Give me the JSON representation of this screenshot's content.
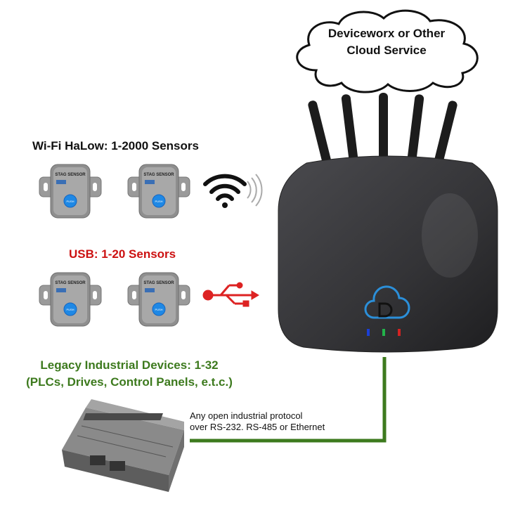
{
  "cloud": {
    "line1": "Deviceworx or Other",
    "line2": "Cloud Service"
  },
  "halow": {
    "title": "Wi-Fi HaLow: 1-2000 Sensors",
    "color": "#111111",
    "icon": "wifi-icon"
  },
  "usb": {
    "title": "USB: 1-20 Sensors",
    "color": "#cc1111",
    "icon": "usb-icon"
  },
  "legacy": {
    "line1": "Legacy Industrial Devices: 1-32",
    "line2": "(PLCs, Drives, Control Panels, e.t.c.)",
    "color": "#3d7a1e"
  },
  "protocol": {
    "line1": "Any open industrial protocol",
    "line2": "over RS-232. RS-485 or Ethernet"
  },
  "sensor": {
    "brand": "STAG SENSOR",
    "button_label": "PUSH"
  },
  "gateway": {
    "leds": [
      "#1a3fd6",
      "#22b34a",
      "#d42222"
    ],
    "logo": "deviceworx-logo-icon"
  },
  "cable_color": "#3d7a1e"
}
